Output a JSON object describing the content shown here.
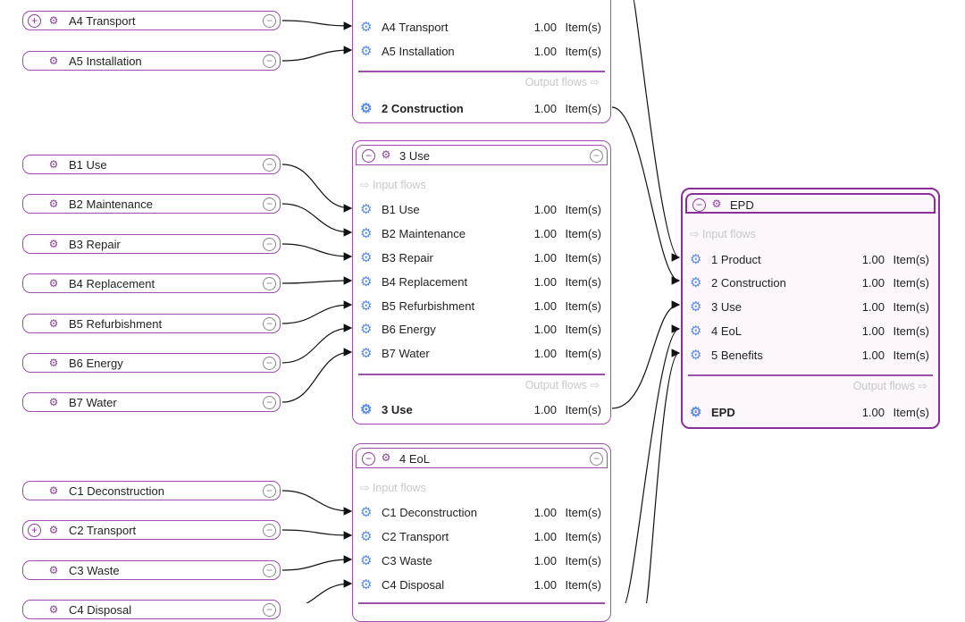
{
  "process_nodes": [
    {
      "name": "A4 Transport",
      "expandable": true
    },
    {
      "name": "A5 Installation",
      "expandable": false
    },
    {
      "name": "B1 Use",
      "expandable": false
    },
    {
      "name": "B2 Maintenance",
      "expandable": false
    },
    {
      "name": "B3 Repair",
      "expandable": false
    },
    {
      "name": "B4 Replacement",
      "expandable": false
    },
    {
      "name": "B5 Refurbishment",
      "expandable": false
    },
    {
      "name": "B6 Energy",
      "expandable": false
    },
    {
      "name": "B7 Water",
      "expandable": false
    },
    {
      "name": "C1 Deconstruction",
      "expandable": false
    },
    {
      "name": "C2 Transport",
      "expandable": true
    },
    {
      "name": "C3 Waste",
      "expandable": false
    },
    {
      "name": "C4 Disposal",
      "expandable": false
    }
  ],
  "labels": {
    "input_flows": "⇨ Input flows",
    "output_flows": "Output flows ⇨",
    "plus": "+",
    "minus": "−",
    "gear": "⚙",
    "process_icon": "⚙"
  },
  "boxes": [
    {
      "title": "2 Construction",
      "inputs": [
        {
          "name": "A4 Transport",
          "amount": "1.00",
          "unit": "Item(s)"
        },
        {
          "name": "A5 Installation",
          "amount": "1.00",
          "unit": "Item(s)"
        }
      ],
      "output": {
        "name": "2 Construction",
        "amount": "1.00",
        "unit": "Item(s)"
      }
    },
    {
      "title": "3 Use",
      "inputs": [
        {
          "name": "B1 Use",
          "amount": "1.00",
          "unit": "Item(s)"
        },
        {
          "name": "B2 Maintenance",
          "amount": "1.00",
          "unit": "Item(s)"
        },
        {
          "name": "B3 Repair",
          "amount": "1.00",
          "unit": "Item(s)"
        },
        {
          "name": "B4 Replacement",
          "amount": "1.00",
          "unit": "Item(s)"
        },
        {
          "name": "B5 Refurbishment",
          "amount": "1.00",
          "unit": "Item(s)"
        },
        {
          "name": "B6 Energy",
          "amount": "1.00",
          "unit": "Item(s)"
        },
        {
          "name": "B7 Water",
          "amount": "1.00",
          "unit": "Item(s)"
        }
      ],
      "output": {
        "name": "3 Use",
        "amount": "1.00",
        "unit": "Item(s)"
      }
    },
    {
      "title": "4 EoL",
      "inputs": [
        {
          "name": "C1 Deconstruction",
          "amount": "1.00",
          "unit": "Item(s)"
        },
        {
          "name": "C2 Transport",
          "amount": "1.00",
          "unit": "Item(s)"
        },
        {
          "name": "C3 Waste",
          "amount": "1.00",
          "unit": "Item(s)"
        },
        {
          "name": "C4 Disposal",
          "amount": "1.00",
          "unit": "Item(s)"
        }
      ]
    },
    {
      "title": "EPD",
      "inputs": [
        {
          "name": "1 Product",
          "amount": "1.00",
          "unit": "Item(s)"
        },
        {
          "name": "2 Construction",
          "amount": "1.00",
          "unit": "Item(s)"
        },
        {
          "name": "3 Use",
          "amount": "1.00",
          "unit": "Item(s)"
        },
        {
          "name": "4 EoL",
          "amount": "1.00",
          "unit": "Item(s)"
        },
        {
          "name": "5 Benefits",
          "amount": "1.00",
          "unit": "Item(s)"
        }
      ],
      "output": {
        "name": "EPD",
        "amount": "1.00",
        "unit": "Item(s)"
      }
    }
  ],
  "colors": {
    "node_border": "#9b4fa8",
    "epd_border": "#8a2f97",
    "gear": "#5b8de0"
  }
}
